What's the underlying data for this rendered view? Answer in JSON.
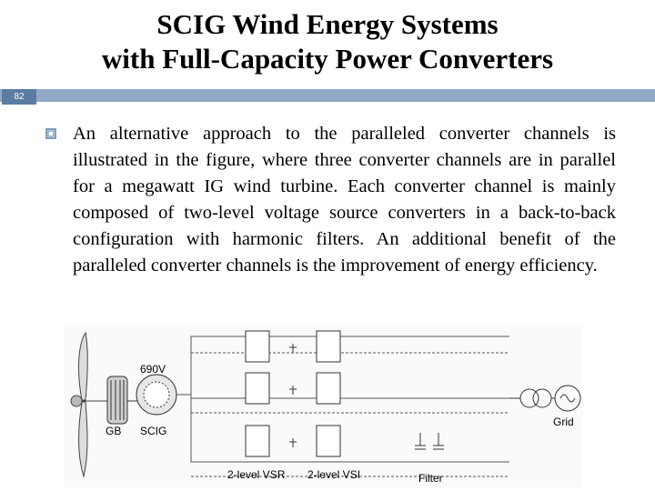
{
  "slide": {
    "title_line1": "SCIG Wind Energy Systems",
    "title_line2": "with Full-Capacity Power Converters",
    "number": "82",
    "bullet_text": "An alternative approach to the paralleled converter channels is illustrated in the figure, where three converter channels are in parallel for a megawatt IG wind turbine. Each converter channel is mainly composed of two-level voltage source converters in a back-to-back configuration with harmonic filters. An additional benefit of the paralleled converter channels is the improvement of energy efficiency."
  },
  "figure": {
    "voltage_label": "690V",
    "gb_label": "GB",
    "scig_label": "SCIG",
    "vsr_label": "2-level VSR",
    "vsi_label": "2-level VSI",
    "filter_label": "Filter",
    "grid_label": "Grid"
  },
  "colors": {
    "bar": "#8fa9c6",
    "number_box": "#5a7ca1"
  }
}
